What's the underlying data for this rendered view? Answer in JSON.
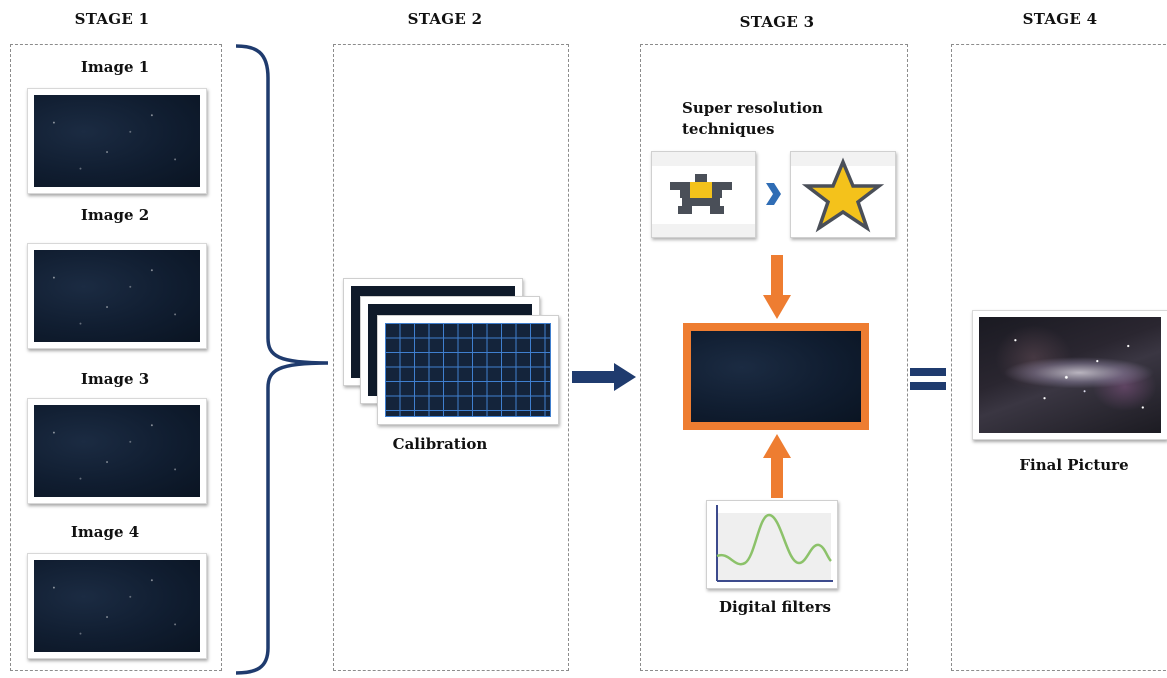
{
  "stages": [
    {
      "title": "STAGE 1"
    },
    {
      "title": "STAGE 2"
    },
    {
      "title": "STAGE 3"
    },
    {
      "title": "STAGE 4"
    }
  ],
  "stage1": {
    "images": [
      {
        "label": "Image 1"
      },
      {
        "label": "Image 2"
      },
      {
        "label": "Image 3"
      },
      {
        "label": "Image 4"
      }
    ]
  },
  "stage2": {
    "label": "Calibration"
  },
  "stage3": {
    "super_resolution_label_line1": "Super resolution",
    "super_resolution_label_line2": "techniques",
    "digital_filters_label": "Digital filters"
  },
  "stage4": {
    "label": "Final Picture"
  },
  "colors": {
    "accent_orange": "#ee7d31",
    "arrow_navy": "#1f3b6e",
    "star_yellow": "#f4c21b"
  }
}
